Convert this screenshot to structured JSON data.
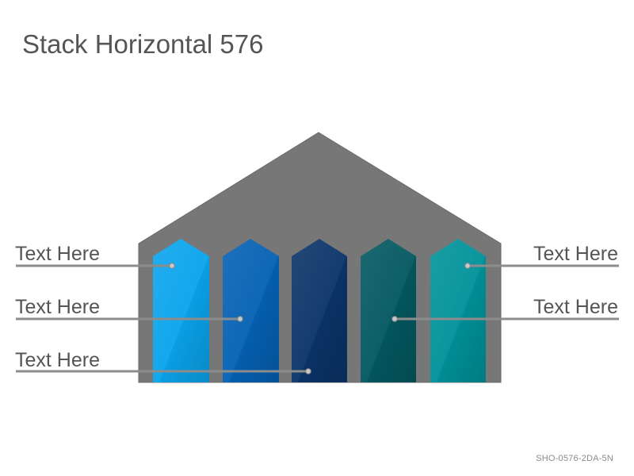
{
  "title": "Stack Horizontal 576",
  "code": "SHO-0576-2DA-5N",
  "labels": {
    "left": [
      "Text Here",
      "Text Here",
      "Text Here"
    ],
    "right": [
      "Text Here",
      "Text Here"
    ]
  },
  "colors": {
    "house": "#777777",
    "pillars": [
      "#0aa4ec",
      "#0561b3",
      "#0b3468",
      "#035860",
      "#00929a"
    ],
    "connector": "#8c8c8c"
  }
}
